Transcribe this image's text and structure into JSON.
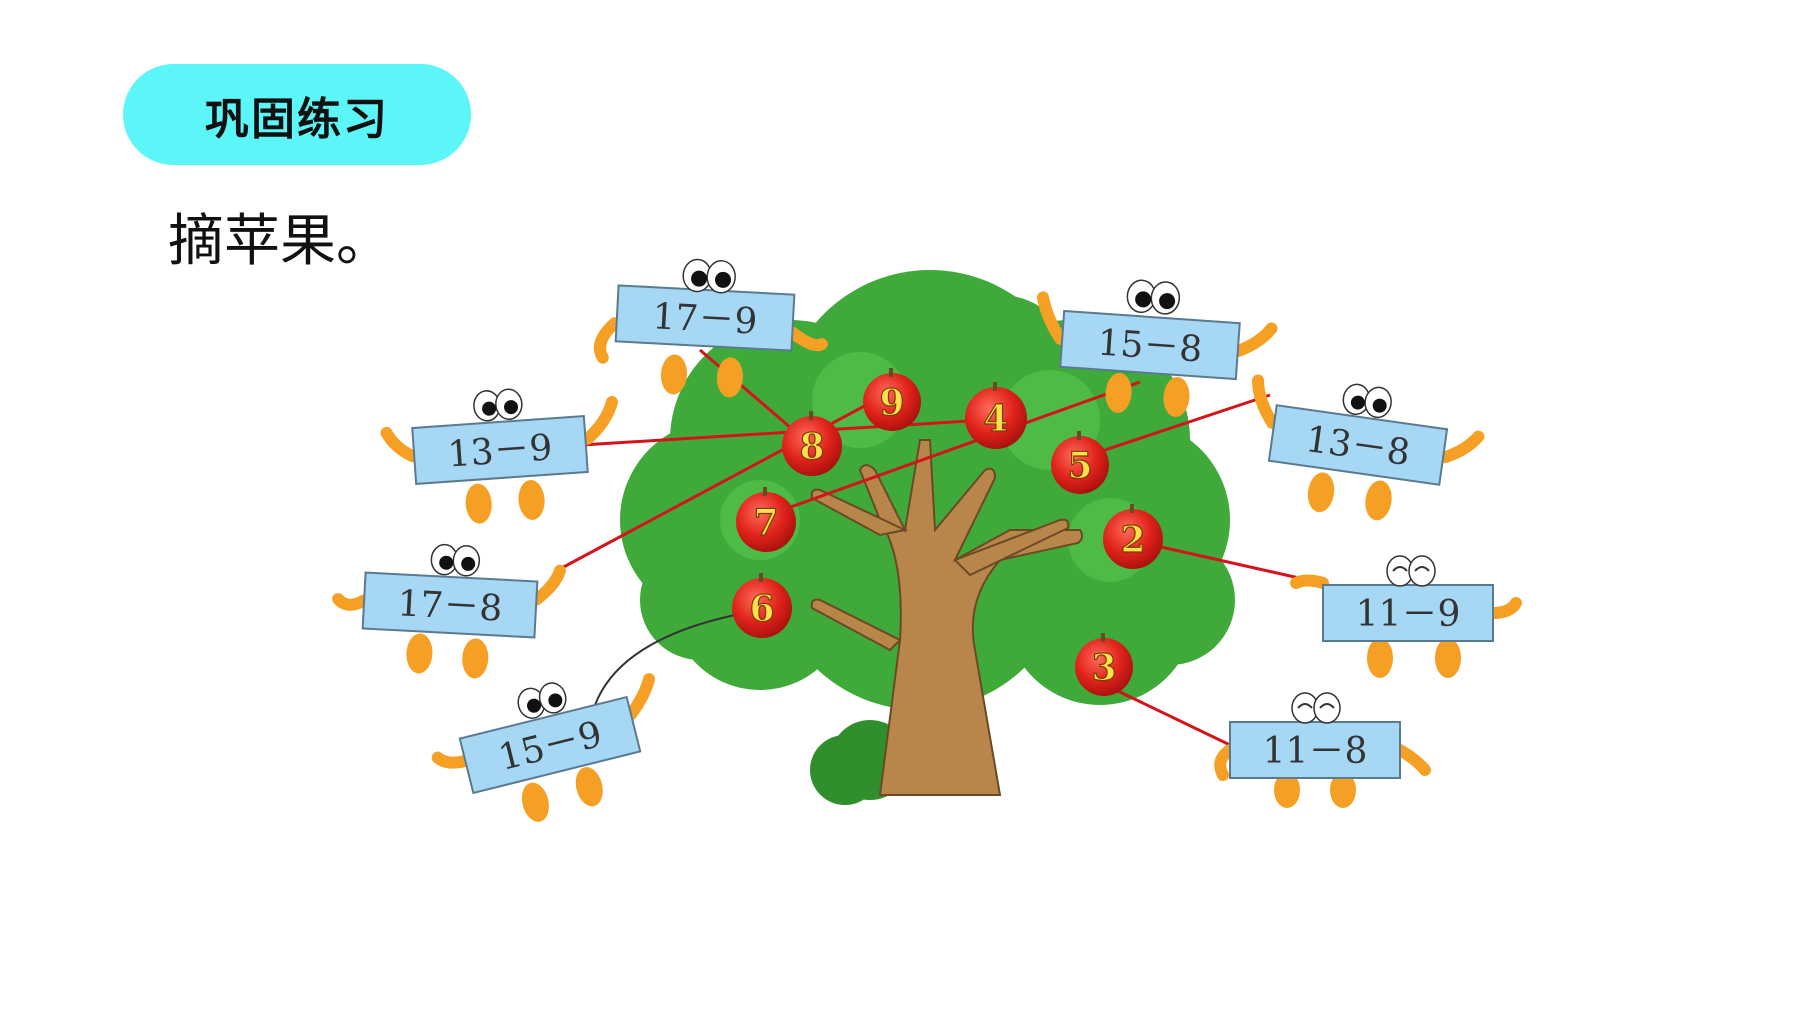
{
  "header": {
    "badge_label": "巩固练习"
  },
  "prompt": "摘苹果。",
  "colors": {
    "badge": "#5cf5f8",
    "card": "#a6d8f5",
    "apple": "#e0231b",
    "match_line": "#d4141b",
    "foliage": "#3faa3a",
    "trunk": "#b8864b",
    "limb": "#f5a024"
  },
  "cards": [
    {
      "id": "c17m9",
      "label": "17－9"
    },
    {
      "id": "c15m8",
      "label": "15－8"
    },
    {
      "id": "c13m9",
      "label": "13－9"
    },
    {
      "id": "c13m8",
      "label": "13－8"
    },
    {
      "id": "c17m8",
      "label": "17－8"
    },
    {
      "id": "c11m9",
      "label": "11－9"
    },
    {
      "id": "c15m9",
      "label": "15－9"
    },
    {
      "id": "c11m8",
      "label": "11－8"
    }
  ],
  "apples": [
    {
      "id": "a9",
      "label": "9"
    },
    {
      "id": "a4",
      "label": "4"
    },
    {
      "id": "a8",
      "label": "8"
    },
    {
      "id": "a5",
      "label": "5"
    },
    {
      "id": "a7",
      "label": "7"
    },
    {
      "id": "a2",
      "label": "2"
    },
    {
      "id": "a6",
      "label": "6"
    },
    {
      "id": "a3",
      "label": "3"
    }
  ],
  "matches": [
    {
      "card": "c17m9",
      "apple": "a8"
    },
    {
      "card": "c13m9",
      "apple": "a4"
    },
    {
      "card": "c17m8",
      "apple": "a9"
    },
    {
      "card": "c15m8",
      "apple": "a7"
    },
    {
      "card": "c13m8",
      "apple": "a5"
    },
    {
      "card": "c11m9",
      "apple": "a2"
    },
    {
      "card": "c11m8",
      "apple": "a3"
    },
    {
      "card": "c15m9",
      "apple": "a6"
    }
  ]
}
